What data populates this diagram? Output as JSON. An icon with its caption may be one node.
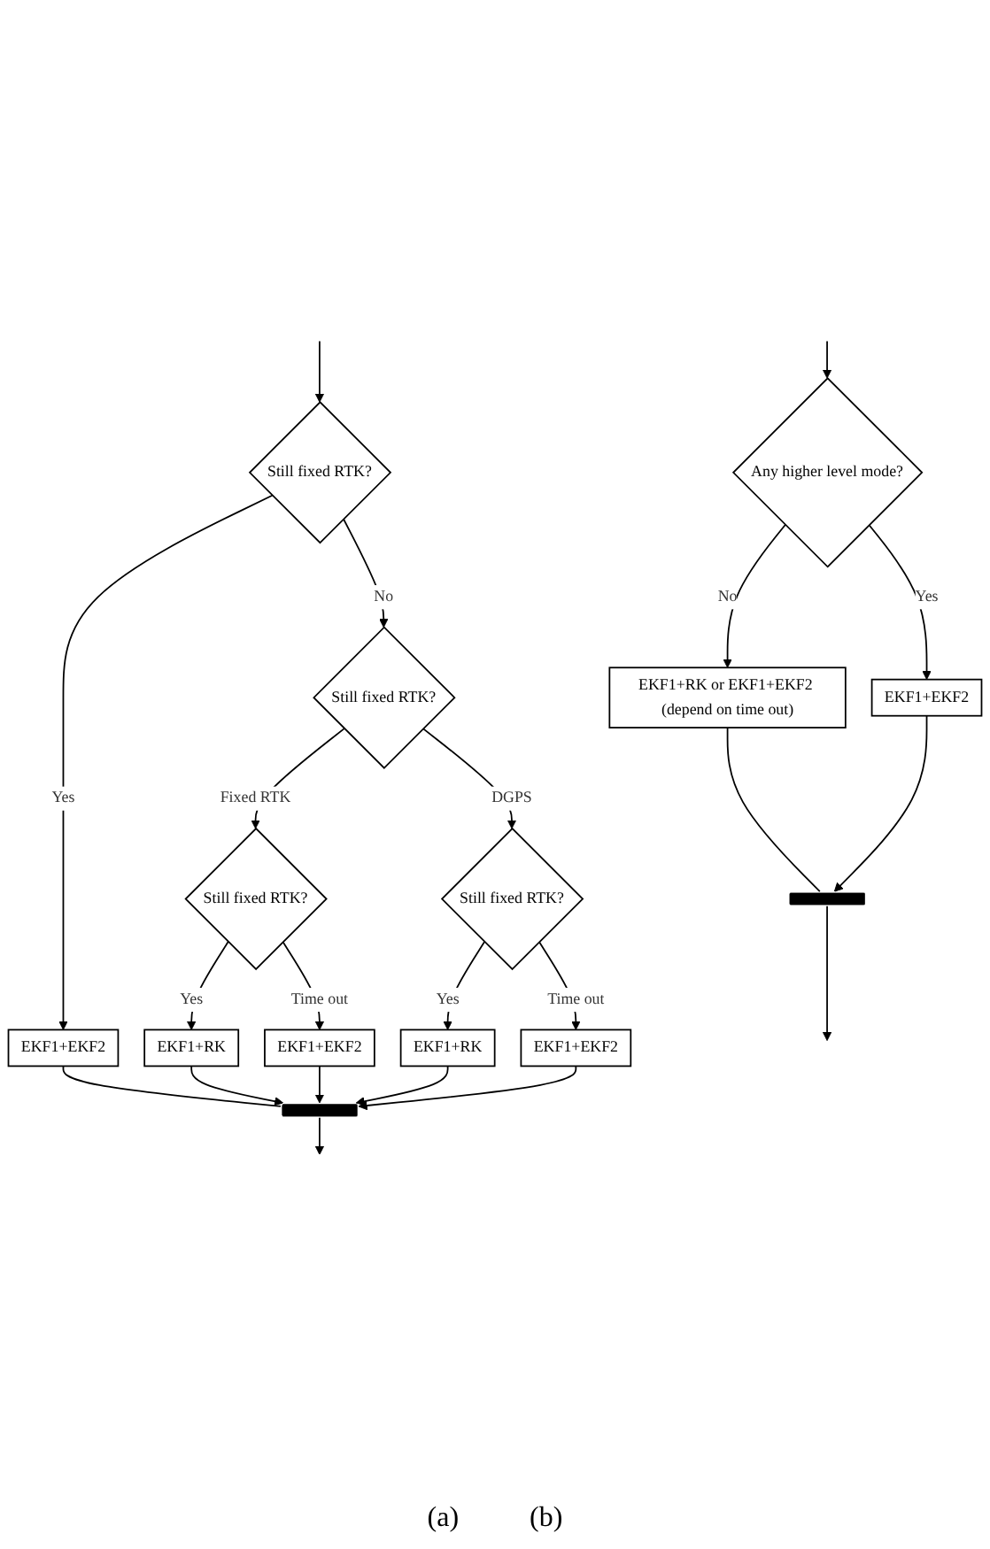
{
  "diagram": {
    "nodes": [
      {
        "text": [
          "Still fixed RTK?"
        ]
      },
      {
        "text": [
          "Still fixed RTK?"
        ]
      },
      {
        "text": [
          "Still fixed RTK?"
        ]
      },
      {
        "text": [
          "Still fixed RTK?"
        ]
      },
      {
        "text": [
          "EKF1+EKF2"
        ]
      },
      {
        "text": [
          "EKF1+RK"
        ]
      },
      {
        "text": [
          "EKF1+EKF2"
        ]
      },
      {
        "text": [
          "EKF1+RK"
        ]
      },
      {
        "text": [
          "EKF1+EKF2"
        ]
      },
      {
        "text": [],
        "shape": "bar"
      },
      {
        "text": [
          "Any higher level mode?"
        ]
      },
      {
        "text": [
          "EKF1+RK or EKF1+EKF2 (depend on time out)"
        ]
      },
      {
        "text": [
          "EKF1+EKF2"
        ]
      },
      {
        "text": [],
        "shape": "bar"
      }
    ],
    "edges": [
      {
        "from": null,
        "to": 0,
        "arrow": "to"
      },
      {
        "from": 0,
        "to": 1,
        "label": "No",
        "arrow": "to"
      },
      {
        "from": 1,
        "to": 2,
        "label": "Fixed RTK",
        "arrow": "to"
      },
      {
        "from": 1,
        "to": 3,
        "label": "DGPS",
        "arrow": "to"
      },
      {
        "from": 0,
        "to": 4,
        "label": "Yes",
        "arrow": "to"
      },
      {
        "from": 2,
        "to": 5,
        "label": "Yes",
        "arrow": "to"
      },
      {
        "from": 2,
        "to": 6,
        "label": "Time out",
        "arrow": "to"
      },
      {
        "from": 3,
        "to": 7,
        "label": "Yes",
        "arrow": "to"
      },
      {
        "from": 3,
        "to": 8,
        "label": "Time out",
        "arrow": "to"
      },
      {
        "from": 4,
        "to": 9,
        "arrow": "none"
      },
      {
        "from": 5,
        "to": 9,
        "arrow": "to"
      },
      {
        "from": 6,
        "to": 9,
        "arrow": "to"
      },
      {
        "from": 7,
        "to": 9,
        "arrow": "to"
      },
      {
        "from": 8,
        "to": 9,
        "arrow": "to"
      },
      {
        "from": 9,
        "to": null,
        "arrow": "to"
      },
      {
        "from": null,
        "to": 10,
        "arrow": "to"
      },
      {
        "from": 10,
        "to": 11,
        "label": "No",
        "arrow": "to"
      },
      {
        "from": 10,
        "to": 12,
        "label": "Yes",
        "arrow": "to"
      },
      {
        "from": 11,
        "to": 13,
        "arrow": "none"
      },
      {
        "from": 12,
        "to": 13,
        "arrow": "to"
      },
      {
        "from": 13,
        "to": null,
        "arrow": "to"
      }
    ],
    "labels": [
      "(a)",
      "(b)"
    ]
  }
}
